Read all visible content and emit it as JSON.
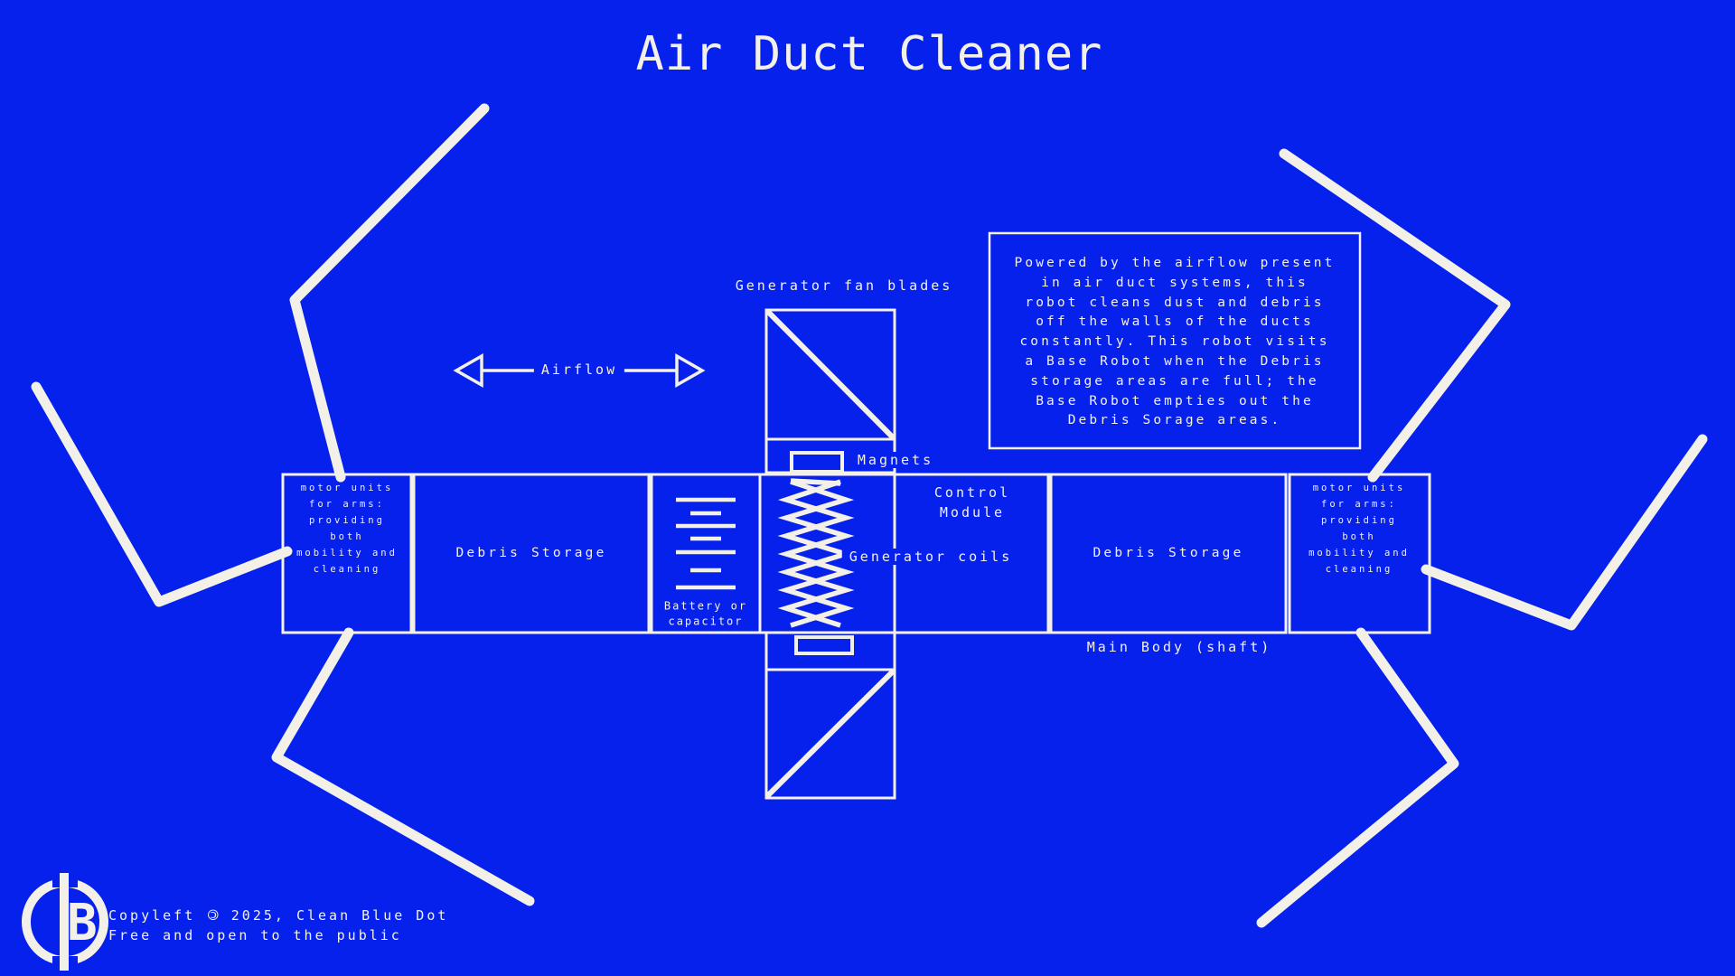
{
  "colors": {
    "background": "#0721ec",
    "ink": "#f3f0e8"
  },
  "title": "Air Duct Cleaner",
  "labels": {
    "generator_fan_blades": "Generator fan blades",
    "magnets": "Magnets",
    "airflow": "Airflow",
    "control_module_line1": "Control",
    "control_module_line2": "Module",
    "generator_coils": "Generator coils",
    "battery_line1": "Battery or",
    "battery_line2": "capacitor",
    "debris_storage_left": "Debris Storage",
    "debris_storage_right": "Debris Storage",
    "main_body": "Main Body (shaft)"
  },
  "motor_unit_note": {
    "lines": [
      "motor units",
      "for arms:",
      "providing",
      "both",
      "mobility and",
      "cleaning"
    ]
  },
  "description_box": {
    "lines": [
      "Powered by the airflow present",
      "in air duct systems, this",
      "robot cleans dust and debris",
      "off the walls of the ducts",
      "constantly. This robot visits",
      "a Base Robot when the Debris",
      "storage areas are full; the",
      "Base Robot empties out the",
      "Debris Sorage areas."
    ]
  },
  "footer": {
    "line1_prefix": "Copyleft",
    "copyleft_symbol": "©",
    "line1_suffix": " 2025, Clean Blue Dot",
    "line2": "Free and open to the public",
    "logo_letter": "B"
  }
}
